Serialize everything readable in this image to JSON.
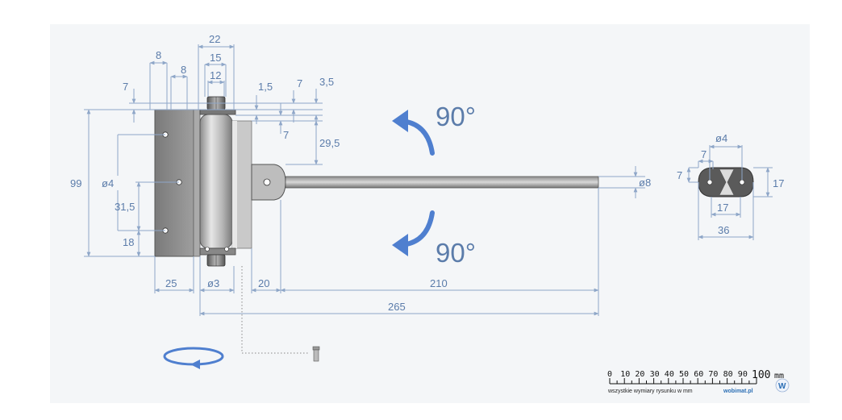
{
  "colors": {
    "dimension": "#5b7caa",
    "arrow": "#4f7fcf",
    "metal_dark": "#6e6e6e",
    "metal_light": "#cfcfcf",
    "background_panel": "#f4f6f8"
  },
  "dimensions": {
    "d22": "22",
    "d15": "15",
    "d12": "12",
    "d8a": "8",
    "d8b": "8",
    "d7_left": "7",
    "d1_5": "1,5",
    "d7_mid": "7",
    "d3_5": "3,5",
    "d7_low": "7",
    "d29_5": "29,5",
    "d99": "99",
    "d_o4": "ø4",
    "d31_5": "31,5",
    "d18": "18",
    "d25": "25",
    "d_o3": "ø3",
    "d20": "20",
    "d210": "210",
    "d265": "265",
    "d_o8": "ø8"
  },
  "rotation": {
    "top_label": "90°",
    "bottom_label": "90°"
  },
  "cross_section": {
    "d_o4": "ø4",
    "d7_top": "7",
    "d7_left": "7",
    "d17_right": "17",
    "d17_bottom": "17",
    "d36": "36"
  },
  "scale_bar": {
    "ticks": [
      "0",
      "10",
      "20",
      "30",
      "40",
      "50",
      "60",
      "70",
      "80",
      "90"
    ],
    "last": "100",
    "unit": "mm",
    "caption": "wszystkie wymiary rysunku w mm",
    "brand": "wobimat.pl",
    "logo_text": "W"
  }
}
